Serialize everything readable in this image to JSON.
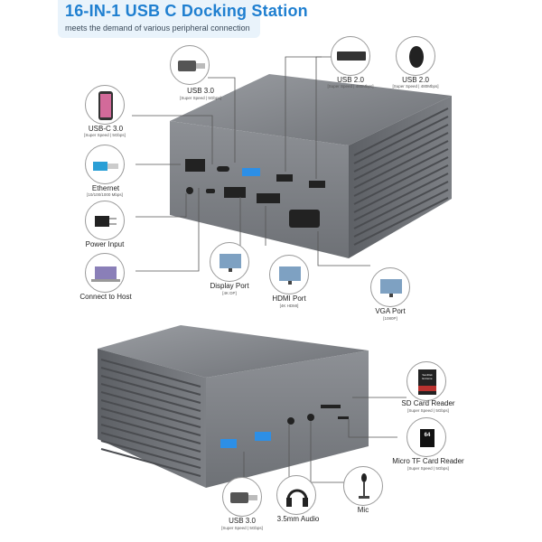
{
  "header": {
    "title": "16-IN-1 USB C Docking Station",
    "subtitle": "meets the demand of various peripheral connection"
  },
  "top_unit": {
    "ports": [
      {
        "name": "usb3-top",
        "label": "USB 3.0",
        "sub": "[Super Speed | 5Gbps]"
      },
      {
        "name": "usb2-keyboard",
        "label": "USB 2.0",
        "sub": "[Super Speed | 480Mbps]"
      },
      {
        "name": "usb2-mouse",
        "label": "USB 2.0",
        "sub": "[Super Speed | 480Mbps]"
      },
      {
        "name": "usbc",
        "label": "USB-C 3.0",
        "sub": "[Super Speed | 5Gbps]"
      },
      {
        "name": "ethernet",
        "label": "Ethernet",
        "sub": "[10/100/1000 Mbps]"
      },
      {
        "name": "power",
        "label": "Power Input",
        "sub": ""
      },
      {
        "name": "host",
        "label": "Connect to Host",
        "sub": ""
      },
      {
        "name": "displayport",
        "label": "Display Port",
        "sub": "[4K DP]"
      },
      {
        "name": "hdmi",
        "label": "HDMI Port",
        "sub": "[4K HDMI]"
      },
      {
        "name": "vga",
        "label": "VGA Port",
        "sub": "[1080P]"
      }
    ]
  },
  "bottom_unit": {
    "ports": [
      {
        "name": "sd",
        "label": "SD Card Reader",
        "sub": "[Super Speed | 5Gbps]"
      },
      {
        "name": "tf",
        "label": "Micro TF Card Reader",
        "sub": "[Super Speed | 5Gbps]"
      },
      {
        "name": "usb3-bottom",
        "label": "USB 3.0",
        "sub": "[Super Speed | 5Gbps]"
      },
      {
        "name": "audio",
        "label": "3.5mm Audio",
        "sub": ""
      },
      {
        "name": "mic",
        "label": "Mic",
        "sub": ""
      }
    ],
    "sd_card_text": "SanDisk Extreme",
    "tf_card_text": "64"
  },
  "colors": {
    "accent": "#1f7fd0",
    "body": "#7b7e83",
    "port_blue": "#2d8fe6"
  }
}
